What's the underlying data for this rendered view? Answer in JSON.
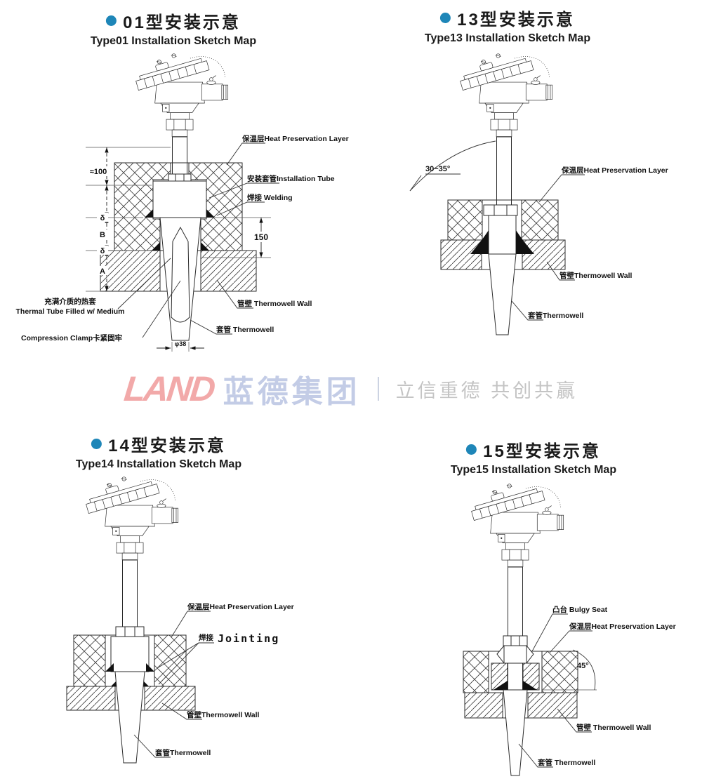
{
  "page": {
    "background": "#ffffff",
    "accent": "#1e86b8",
    "line_color": "#2b2b2b"
  },
  "logo": {
    "brand_latin": "LAND",
    "brand_cn": "蓝德集团",
    "slogan": "立信重德 共创共赢"
  },
  "sections": {
    "t01": {
      "title_cn": "01型安装示意",
      "title_en": "Type01 Installation Sketch Map",
      "labels": {
        "heat": "保温层Heat Preservation Layer",
        "tube": "安装套管Installation Tube",
        "weld": "焊接 Welding",
        "wall": "管壁 Thermowell Wall",
        "well": "套管 Thermowell",
        "medium_cn": "充满介质的热套",
        "medium_en": "Thermal Tube Filled w/ Medium",
        "clamp": "Compression Clamp卡紧固牢"
      },
      "dims": {
        "h100": "≈100",
        "d1": "δ",
        "b": "B",
        "d2": "δ",
        "a": "A",
        "len150": "150",
        "phi": "φ38"
      }
    },
    "t13": {
      "title_cn": "13型安装示意",
      "title_en": "Type13  Installation Sketch Map",
      "labels": {
        "angle": "30~35°",
        "heat": "保温层Heat Preservation Layer",
        "wall": "管壁Thermowell Wall",
        "well": "套管Thermowell"
      }
    },
    "t14": {
      "title_cn": "14型安装示意",
      "title_en": "Type14 Installation Sketch Map",
      "labels": {
        "heat": "保温层Heat Preservation Layer",
        "weld_cn": "焊接",
        "weld_en": "Jointing",
        "wall": "管壁Thermowell Wall",
        "well": "套管Thermowell"
      }
    },
    "t15": {
      "title_cn": "15型安装示意",
      "title_en": "Type15  Installation Sketch Map",
      "labels": {
        "bulgy": "凸台 Bulgy Seat",
        "heat": "保温层Heat Preservation Layer",
        "angle": "45°",
        "wall": "管壁 Thermowell Wall",
        "well": "套管 Thermowell"
      }
    }
  }
}
